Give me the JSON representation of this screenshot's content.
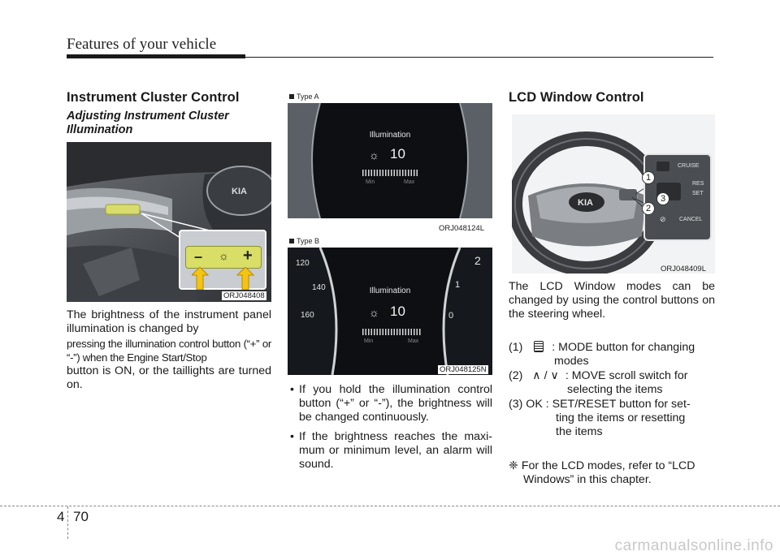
{
  "header": {
    "section_title": "Features of your vehicle"
  },
  "left": {
    "heading": "Instrument Cluster Control",
    "subheading": "Adjusting Instrument Cluster Illumination",
    "figure_code": "ORJ048408",
    "paragraph_1": "The brightness of the instrument panel illumination is changed by",
    "paragraph_2": "pressing the illumination control button (“+” or “-”) when the Engine Start/Stop",
    "paragraph_3": "button is ON, or the taillights are turned on.",
    "button_minus": "–",
    "button_plus": "+"
  },
  "middle": {
    "type_a_label": "Type A",
    "type_a_code": "ORJ048124L",
    "type_b_label": "Type B",
    "type_b_code": "ORJ048125N",
    "display_title": "Illumination",
    "display_value": "10",
    "display_min": "Min",
    "display_max": "Max",
    "gauge_ticks_left": [
      "120",
      "140",
      "160"
    ],
    "gauge_ticks_right": [
      "2",
      "1",
      "0"
    ],
    "bullets": [
      "If you hold the illumination control button (“+” or “-”), the brightness will be changed continuously.",
      "If the brightness reaches the maxi-mum or minimum level, an alarm will sound."
    ]
  },
  "right": {
    "heading": "LCD Window Control",
    "figure_code": "ORJ048409L",
    "callouts": [
      "1",
      "2",
      "3"
    ],
    "wheel_labels": {
      "cruise": "CRUISE",
      "res": "RES",
      "set": "SET",
      "cancel": "CANCEL",
      "brand": "KIA"
    },
    "intro": "The LCD Window modes can be changed by using the control buttons on the steering wheel.",
    "items": [
      {
        "num": "(1)",
        "symbol": "",
        "line1": ": MODE button for changing",
        "line2": "modes"
      },
      {
        "num": "(2)",
        "symbol": "∧ / ∨",
        "line1": ": MOVE scroll switch for",
        "line2": "selecting the items"
      },
      {
        "num": "(3) OK",
        "symbol": "",
        "line1": ": SET/RESET button for set-",
        "line2": "ting the items or resetting",
        "line3": "the items"
      }
    ],
    "note_symbol": "❈",
    "note_line1": "For the LCD modes, refer to “LCD",
    "note_line2": "Windows” in this chapter."
  },
  "footer": {
    "chapter": "4",
    "page": "70",
    "watermark": "carmanualsonline.info"
  }
}
